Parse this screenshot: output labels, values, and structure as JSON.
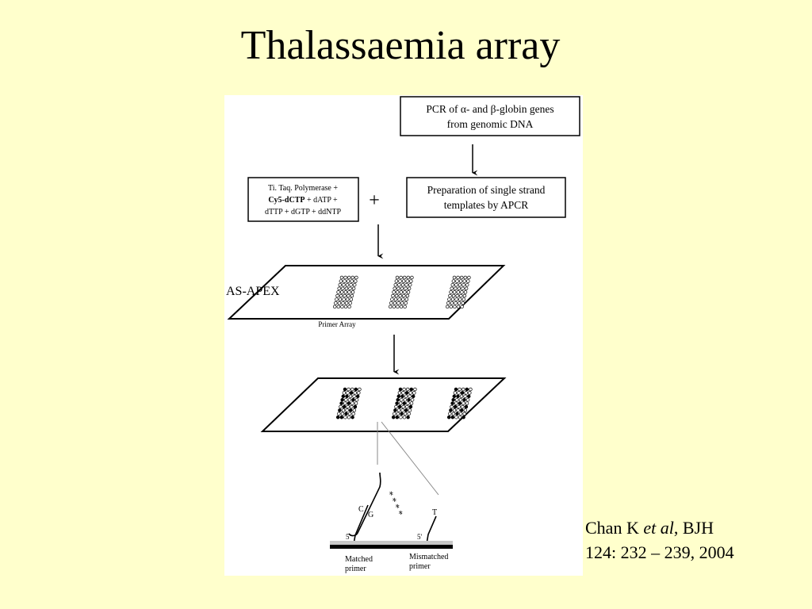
{
  "slide": {
    "title": "Thalassaemia array"
  },
  "diagram": {
    "pcr_box_line1": "PCR of α- and β-globin genes",
    "pcr_box_line2": "from genomic DNA",
    "reagent_line1": "Ti. Taq. Polymerase +",
    "reagent_bold": "Cy5-dCTP",
    "reagent_line2_rest": " + dATP +",
    "reagent_line3": "dTTP + dGTP + ddNTP",
    "plus_sign": "+",
    "prep_box_line1": "Preparation of single strand",
    "prep_box_line2": "templates by APCR",
    "asapex_label": "AS-APEX",
    "primer_array_label": "Primer Array",
    "base_c": "C",
    "base_g": "G",
    "base_t": "T",
    "five_prime_matched": "5'",
    "five_prime_mismatched": "5'",
    "matched_line1": "Matched",
    "matched_line2": "primer",
    "mismatched_line1": "Mismatched",
    "mismatched_line2": "primer"
  },
  "citation": {
    "author_prefix": "Chan K ",
    "author_italic": "et al",
    "journal_suffix": ", BJH",
    "reference": "124: 232 – 239, 2004"
  }
}
